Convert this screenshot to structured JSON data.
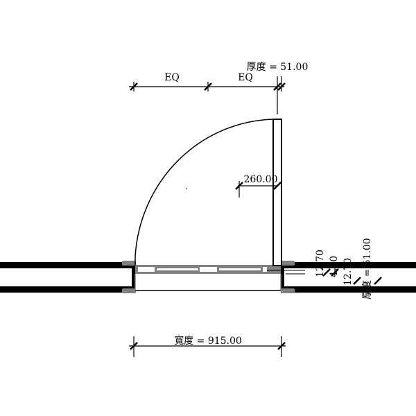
{
  "dimensions": {
    "top_thickness": "厚度 = 51.00",
    "eq_left": "EQ",
    "eq_right": "EQ",
    "offset": "260.00",
    "width": "寬度 = 915.00",
    "frame_a": "12.70",
    "frame_mid": "4.00",
    "frame_b": "12.70",
    "wall_thickness": "厚度 = 51.00"
  },
  "colors": {
    "line": "#000000",
    "frame": "#808080"
  }
}
